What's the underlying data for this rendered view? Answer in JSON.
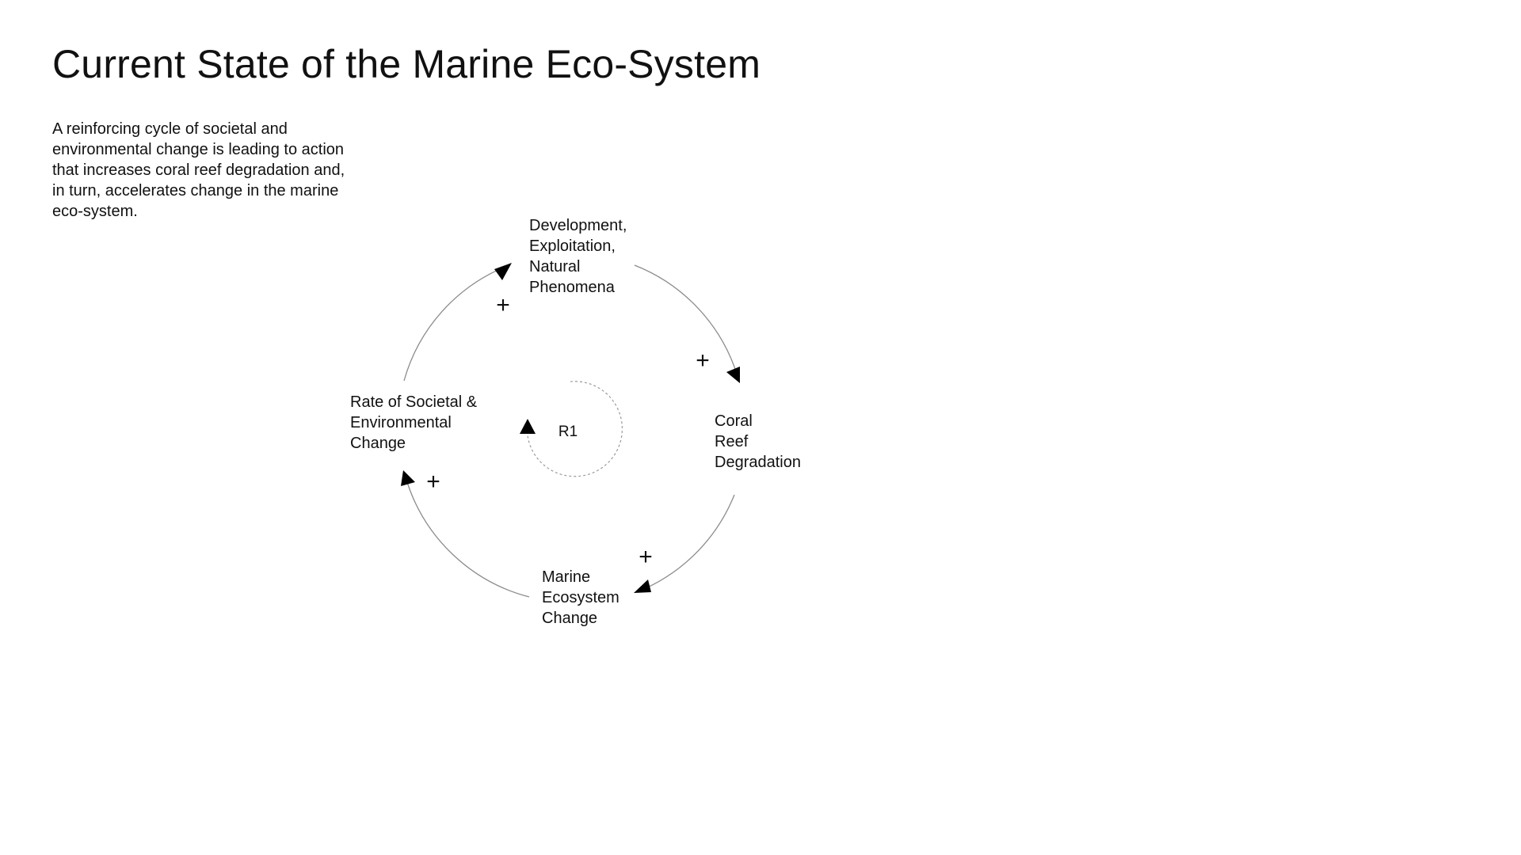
{
  "title": "Current State of the Marine Eco-System",
  "description": "A reinforcing cycle of societal and environmental change is leading to action that increases coral reef degradation and, in turn, accelerates change in the marine eco-system.",
  "nodes": {
    "development": [
      "Development,",
      "Exploitation,",
      "Natural",
      "Phenomena"
    ],
    "coral": [
      "Coral",
      "Reef",
      "Degradation"
    ],
    "marine": [
      "Marine",
      "Ecosystem",
      "Change"
    ],
    "societal": [
      "Rate of Societal &",
      "Environmental",
      "Change"
    ]
  },
  "links": {
    "societal_to_development": "+",
    "development_to_coral": "+",
    "coral_to_marine": "+",
    "marine_to_societal": "+"
  },
  "loop": {
    "label": "R1"
  },
  "colors": {
    "text": "#111111",
    "arrow_line": "#8c8c8c",
    "loop_dash": "#9a9a9a",
    "arrowhead": "#000000"
  }
}
